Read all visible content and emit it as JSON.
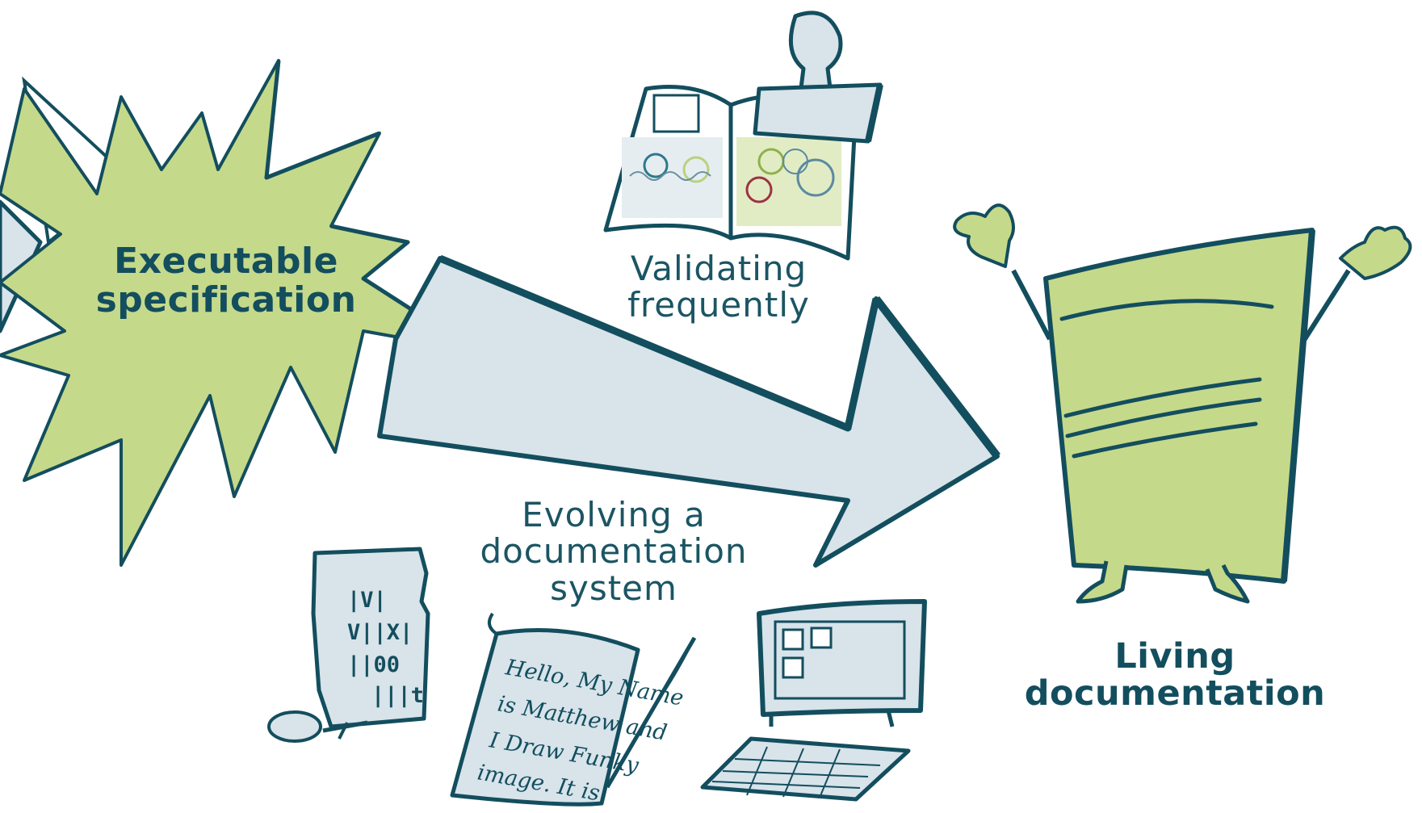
{
  "labels": {
    "executable_specification": [
      "Executable",
      "specification"
    ],
    "validating_frequently": [
      "Validating",
      "frequently"
    ],
    "evolving_documentation_system": [
      "Evolving a",
      "documentation",
      "system"
    ],
    "living_documentation": [
      "Living",
      "documentation"
    ]
  },
  "handwritten_note": [
    "Hello, My Name",
    "is Matthew and",
    "I Draw Funky",
    "image. It is"
  ],
  "tablet_marks": [
    "|V|",
    "V||X|",
    "||00",
    "|||t"
  ],
  "colors": {
    "outline": "#134e5e",
    "green": "#c5d98a",
    "blue_grey": "#d8e3ea",
    "white": "#ffffff"
  },
  "icons": [
    "starburst",
    "big-arrow",
    "stamp",
    "open-book",
    "clay-tablet",
    "scroll-with-quill",
    "computer",
    "living-document-character"
  ]
}
